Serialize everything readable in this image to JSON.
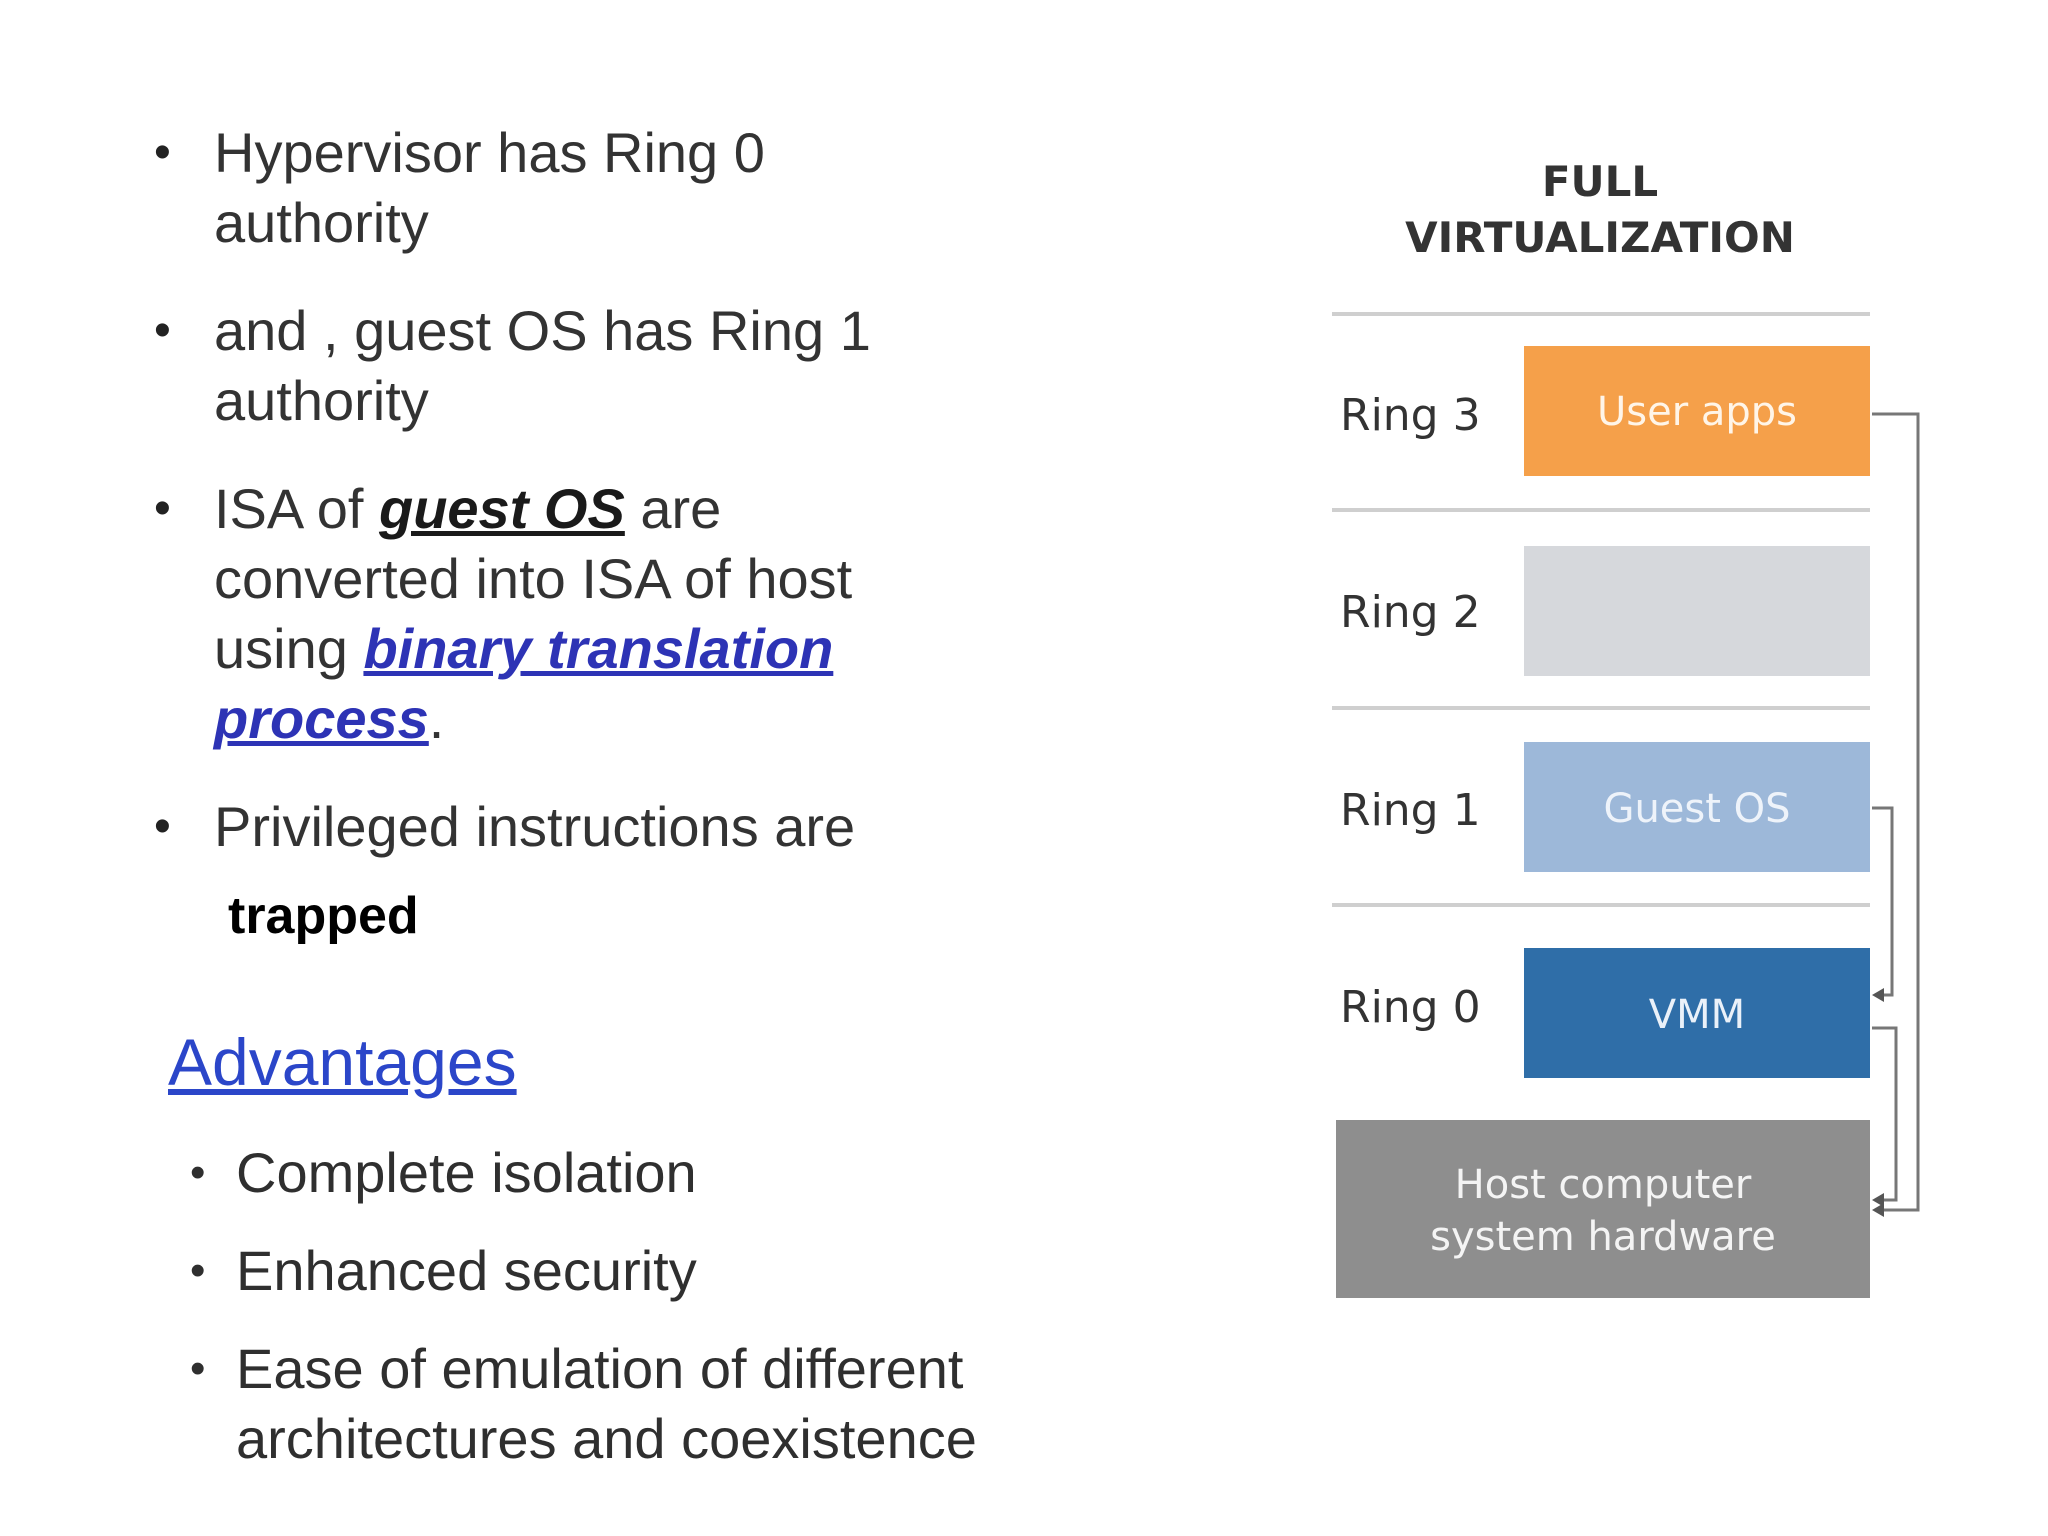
{
  "bullets": {
    "b1": "Hypervisor has Ring 0 authority",
    "b2": "and , guest OS has Ring 1 authority",
    "b3_pre": "ISA of ",
    "b3_em": "guest OS",
    "b3_mid": " are converted into ISA of host using ",
    "b3_link": "binary translation process",
    "b3_end": ".",
    "b4": "Privileged instructions are",
    "trapped": "trapped"
  },
  "advantages": {
    "heading": "Advantages",
    "items": [
      "Complete isolation",
      "Enhanced security",
      "Ease of emulation of different architectures and coexistence"
    ]
  },
  "diagram": {
    "title_line1": "FULL",
    "title_line2": "VIRTUALIZATION",
    "rings": [
      {
        "label": "Ring 3",
        "box": "User apps",
        "color": "#f5a04a"
      },
      {
        "label": "Ring 2",
        "box": "",
        "color": "#d6d8dc"
      },
      {
        "label": "Ring 1",
        "box": "Guest OS",
        "color": "#9db8d9"
      },
      {
        "label": "Ring 0",
        "box": "VMM",
        "color": "#2f6ea8"
      }
    ],
    "host_line1": "Host computer",
    "host_line2": "system hardware",
    "host_color": "#8e8e8e"
  }
}
